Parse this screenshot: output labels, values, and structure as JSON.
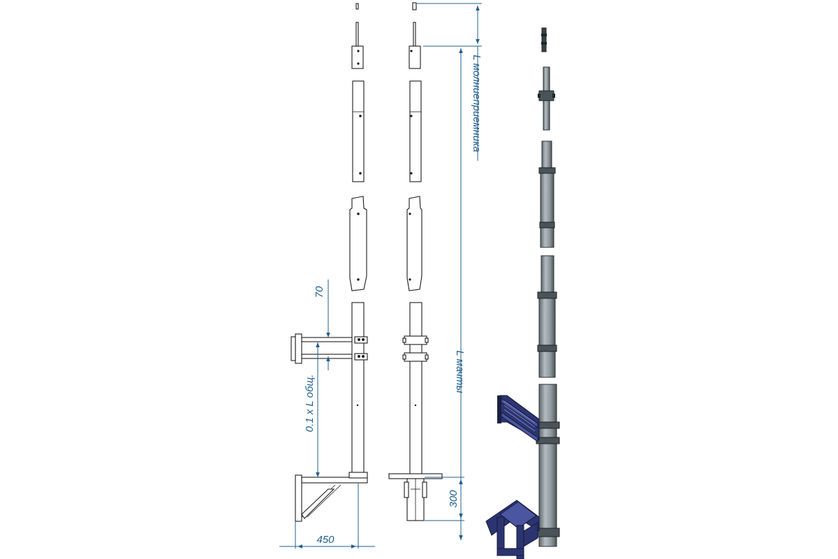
{
  "colors": {
    "dimension": "#1f5f8f",
    "ink": "#1b1b1b",
    "pole_metal": "#8d979b",
    "bracket_navy": "#2c3470"
  },
  "dimensions": {
    "upper_height": "L молниеприемника",
    "mast_height": "L мачты",
    "bracket_gap": "70",
    "bracket_spacing": "0.1 x L общ.",
    "foot_height": "300",
    "bracket_length": "450"
  }
}
